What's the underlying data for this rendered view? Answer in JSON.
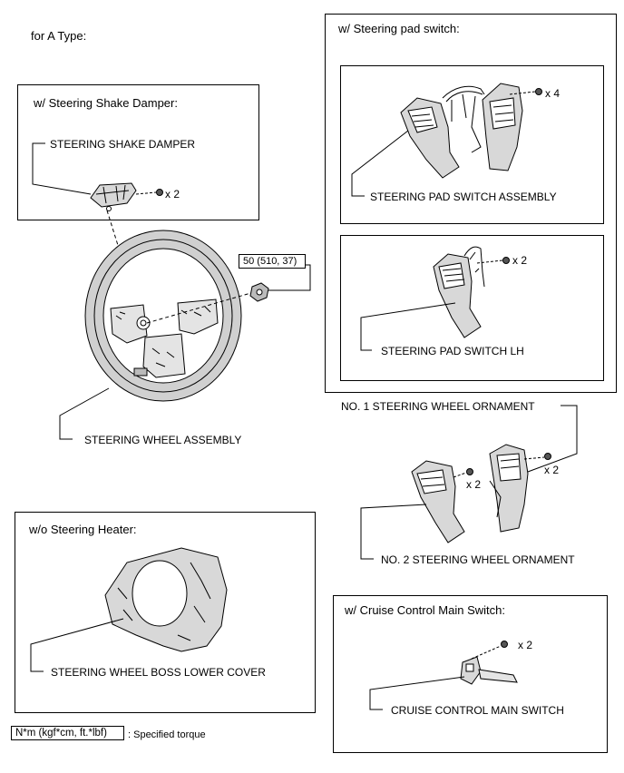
{
  "header": {
    "type_label": "for A Type:"
  },
  "panels": {
    "shake_damper": {
      "title": "w/ Steering Shake Damper:",
      "part": "STEERING SHAKE DAMPER",
      "qty": "x 2"
    },
    "pad_switch": {
      "title": "w/ Steering pad switch:",
      "assembly": {
        "part": "STEERING PAD SWITCH ASSEMBLY",
        "qty": "x 4"
      },
      "lh": {
        "part": "STEERING PAD SWITCH LH",
        "qty": "x 2"
      }
    },
    "heater": {
      "title": "w/o Steering Heater:",
      "part": "STEERING WHEEL BOSS LOWER COVER"
    },
    "cruise": {
      "title": "w/ Cruise Control Main Switch:",
      "part": "CRUISE CONTROL MAIN SWITCH",
      "qty": "x 2"
    }
  },
  "main": {
    "wheel_label": "STEERING WHEEL ASSEMBLY",
    "torque_value": "50 (510, 37)"
  },
  "ornaments": {
    "no1_label": "NO. 1 STEERING WHEEL ORNAMENT",
    "no2_label": "NO. 2 STEERING WHEEL ORNAMENT",
    "qty_left": "x 2",
    "qty_right": "x 2"
  },
  "legend": {
    "unit_box": "N*m (kgf*cm, ft.*lbf)",
    "description": ": Specified torque"
  }
}
